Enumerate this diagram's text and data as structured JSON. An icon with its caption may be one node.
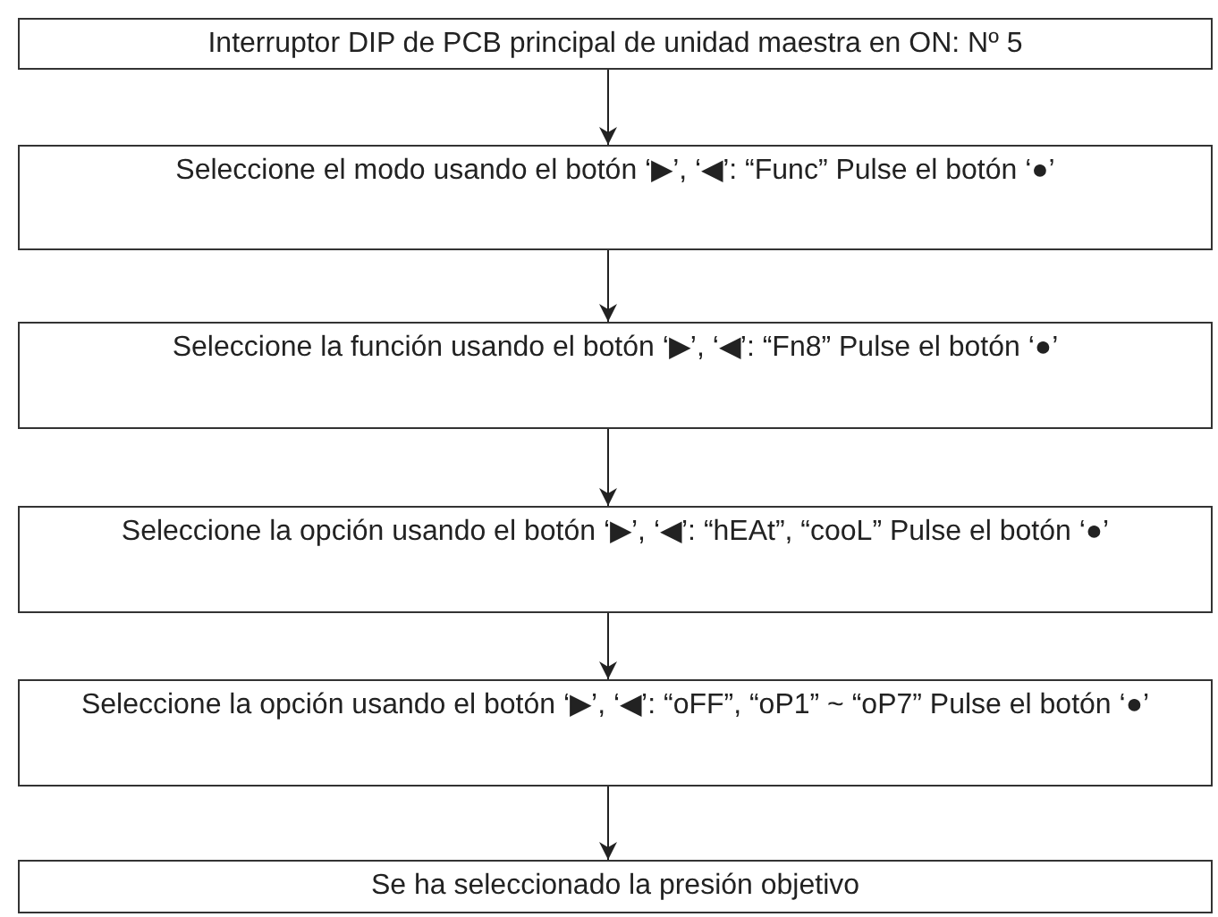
{
  "diagram": {
    "nodes": [
      {
        "text": [
          "Interruptor DIP de PCB principal de unidad maestra en ON: Nº 5"
        ]
      },
      {
        "text": [
          "Seleccione el modo usando el botón ‘▶’, ‘◀’: “Func” Pulse el botón ‘●’"
        ]
      },
      {
        "text": [
          "Seleccione la función usando el botón ‘▶’, ‘◀’: “Fn8” Pulse el botón ‘●’"
        ]
      },
      {
        "text": [
          "Seleccione la opción usando el botón ‘▶’, ‘◀’: “hEAt”, “cooL” Pulse el botón ‘●’"
        ]
      },
      {
        "text": [
          "Seleccione la opción usando el botón ‘▶’, ‘◀’: “oFF”, “oP1” ~ “oP7” Pulse el botón ‘●’"
        ]
      },
      {
        "text": [
          "Se ha seleccionado la presión objetivo"
        ]
      }
    ],
    "edges": [
      {
        "from": 0,
        "to": 1,
        "arrow": "to"
      },
      {
        "from": 1,
        "to": 2,
        "arrow": "to"
      },
      {
        "from": 2,
        "to": 3,
        "arrow": "to"
      },
      {
        "from": 3,
        "to": 4,
        "arrow": "to"
      },
      {
        "from": 4,
        "to": 5,
        "arrow": "to"
      }
    ]
  }
}
